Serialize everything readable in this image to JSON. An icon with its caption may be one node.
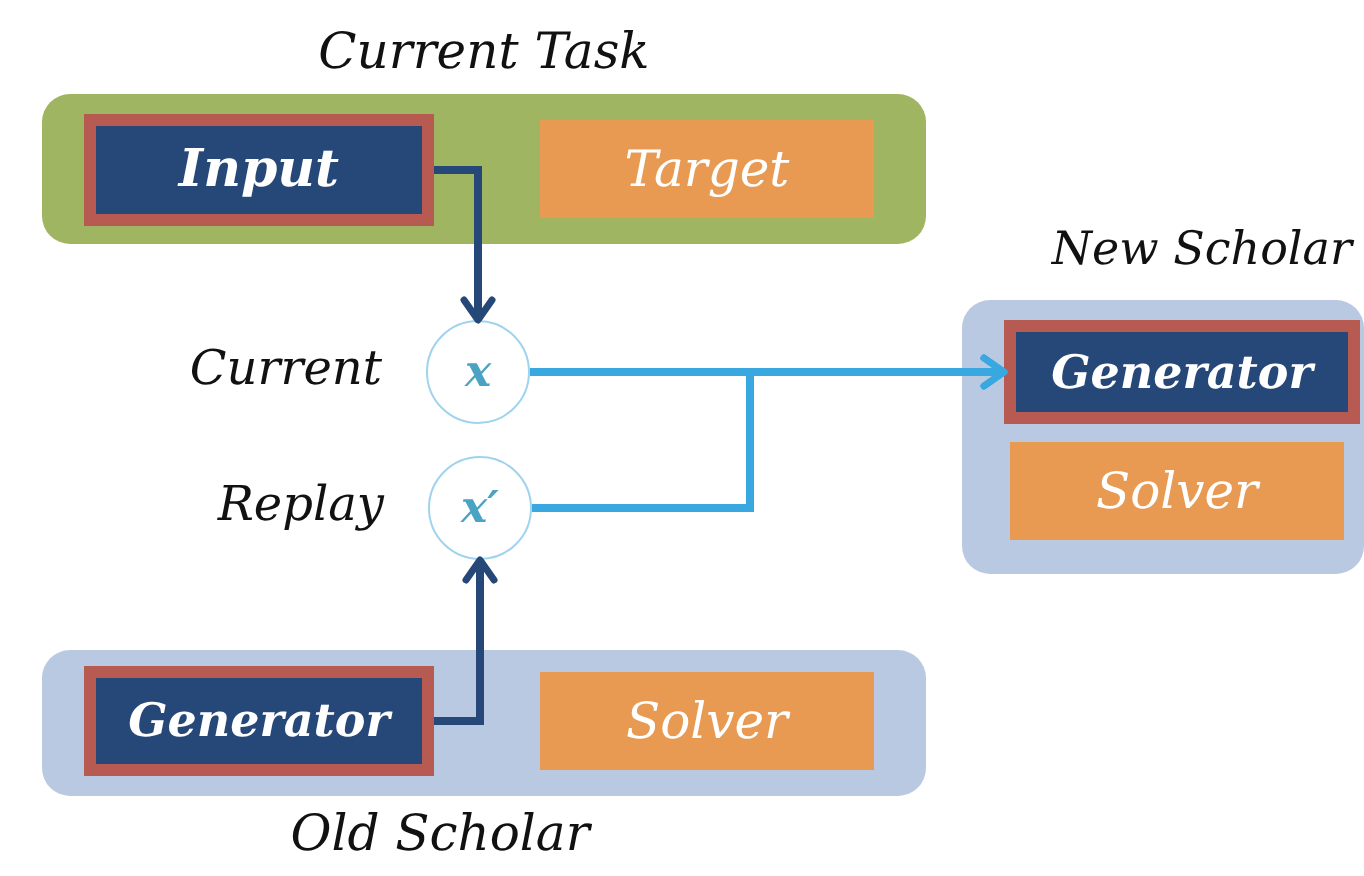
{
  "diagram": {
    "nodes": [
      {
        "text": [
          "Current Task"
        ]
      },
      {
        "text": [
          "Input"
        ],
        "in": 0
      },
      {
        "text": [
          "Target"
        ],
        "in": 0
      },
      {
        "text": [
          "x"
        ],
        "beside": [
          "Current"
        ]
      },
      {
        "text": [
          "x′"
        ],
        "beside": [
          "Replay"
        ]
      },
      {
        "text": [
          "New Scholar"
        ]
      },
      {
        "text": [
          "Generator"
        ],
        "in": 5
      },
      {
        "text": [
          "Solver"
        ],
        "in": 5
      },
      {
        "text": [
          "Old Scholar"
        ]
      },
      {
        "text": [
          "Generator"
        ],
        "in": 8
      },
      {
        "text": [
          "Solver"
        ],
        "in": 8
      }
    ],
    "edges": [
      {
        "from": 1,
        "to": 3,
        "arrow": "to"
      },
      {
        "from": 9,
        "to": 4,
        "arrow": "to"
      },
      {
        "from": 3,
        "to": 6,
        "arrow": "to",
        "color": "#3aa8e0"
      },
      {
        "from": 4,
        "to": 6,
        "arrow": "to",
        "color": "#3aa8e0"
      }
    ]
  }
}
